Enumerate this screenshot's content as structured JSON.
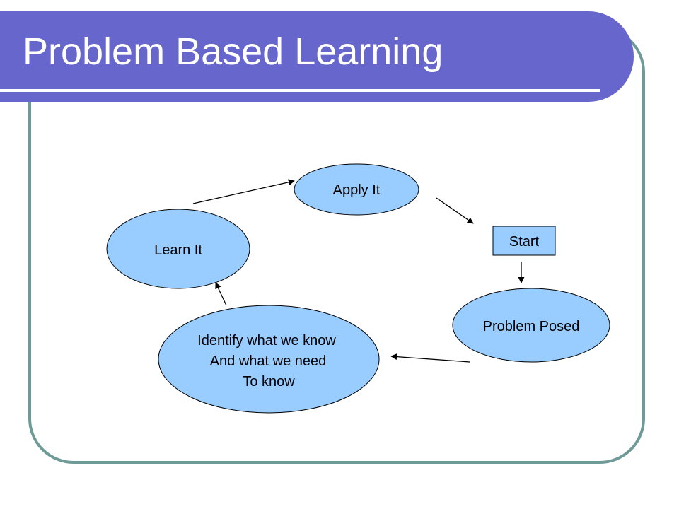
{
  "slide": {
    "title": "Problem Based Learning"
  },
  "diagram": {
    "nodes": {
      "apply": {
        "label": "Apply It"
      },
      "start": {
        "label": "Start"
      },
      "problem": {
        "label": "Problem Posed"
      },
      "identify": {
        "lines": [
          "Identify what we know",
          "And what we need",
          "To know"
        ]
      },
      "learn": {
        "label": "Learn It"
      }
    }
  },
  "colors": {
    "banner": "#6666cc",
    "frame": "#6e9a98",
    "node_fill": "#99ccff",
    "node_stroke": "#000000"
  }
}
